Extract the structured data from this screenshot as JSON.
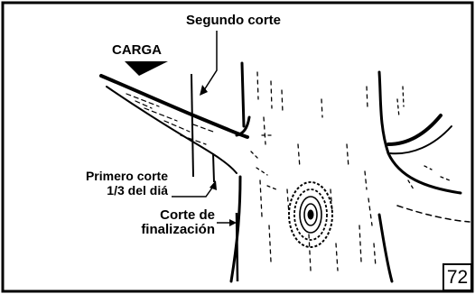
{
  "labels": {
    "load": "CARGA",
    "second_cut": "Segundo corte",
    "first_cut_line1": "Primero corte",
    "first_cut_line2": "1/3 del diá",
    "final_cut_line1": "Corte de",
    "final_cut_line2": "finalización"
  },
  "page_number": "72",
  "colors": {
    "ink": "#000000",
    "background": "#ffffff"
  }
}
